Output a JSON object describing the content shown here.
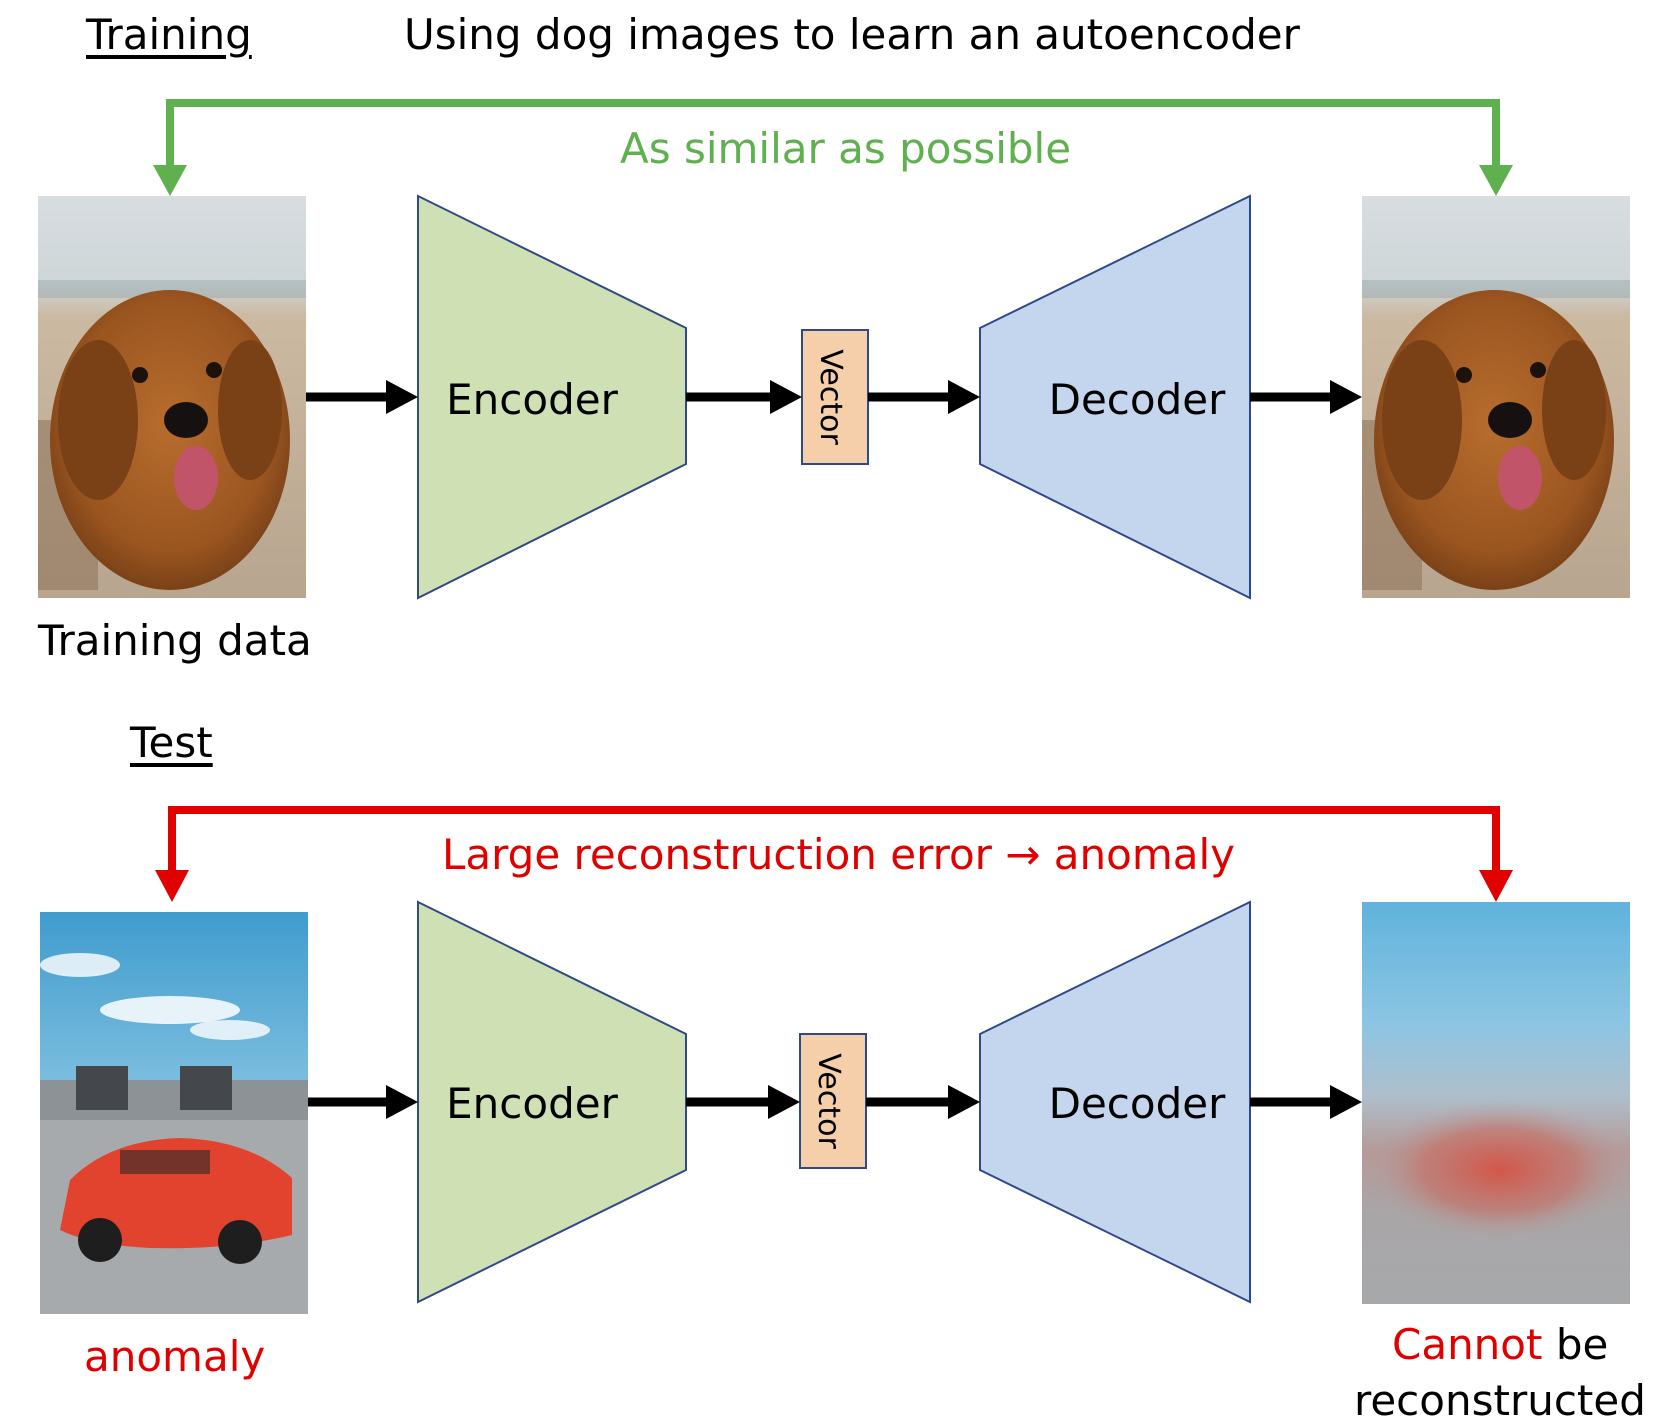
{
  "training": {
    "title": "Training",
    "headline": "Using dog images to learn an autoencoder",
    "loop_label": "As similar as possible",
    "input_caption": "Training data",
    "encoder_label": "Encoder",
    "vector_label": "Vector",
    "decoder_label": "Decoder",
    "loop_color": "#5fb04e"
  },
  "test": {
    "title": "Test",
    "loop_label": "Large reconstruction error → anomaly",
    "input_caption": "anomaly",
    "encoder_label": "Encoder",
    "vector_label": "Vector",
    "decoder_label": "Decoder",
    "output_caption_red": "Cannot",
    "output_caption_rest": " be",
    "output_caption_line2": "reconstructed",
    "loop_color": "#e00000"
  },
  "colors": {
    "encoder_fill": "#cfe0b4",
    "decoder_fill": "#c4d5ee",
    "vector_fill": "#f5ceaa",
    "block_stroke": "#2f4a8a"
  }
}
